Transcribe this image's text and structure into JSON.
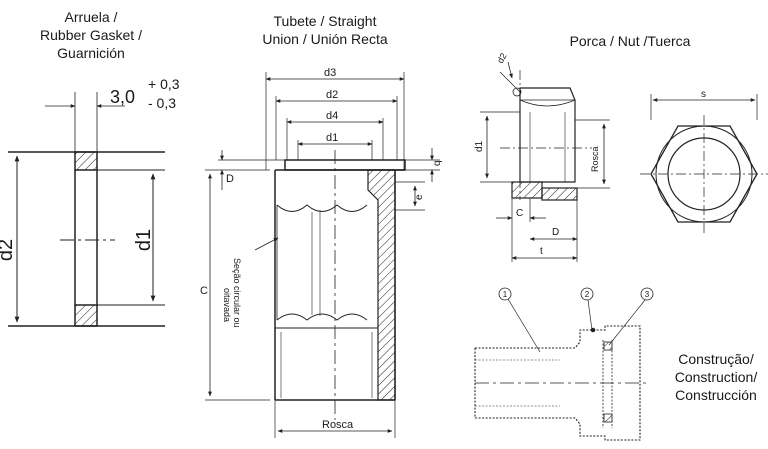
{
  "captions": {
    "washer": [
      "Arruela /",
      "Rubber Gasket /",
      "Guarnición"
    ],
    "union": [
      "Tubete / Straight",
      "Union / Unión Recta"
    ],
    "nut": "Porca / Nut /Tuerca",
    "construction": [
      "Construção/",
      "Construction/",
      "Construcción"
    ]
  },
  "washer_dims": {
    "thickness": "3,0",
    "tol_plus": "+ 0,3",
    "tol_minus": "- 0,3",
    "outer_d": "d2",
    "inner_d": "d1"
  },
  "union_dims": {
    "d3": "d3",
    "d2": "d2",
    "d4": "d4",
    "d1": "d1",
    "q": "q",
    "D": "D",
    "e": "e",
    "C": "C",
    "thread": "Rosca",
    "section_note": [
      "Seção circular ou",
      "oitavada"
    ]
  },
  "nut_dims": {
    "d2": "d2",
    "d1": "d1",
    "thread": "Rosca",
    "C": "C",
    "D": "D",
    "t": "t",
    "s": "s"
  },
  "construction_parts": [
    "1",
    "2",
    "3"
  ]
}
